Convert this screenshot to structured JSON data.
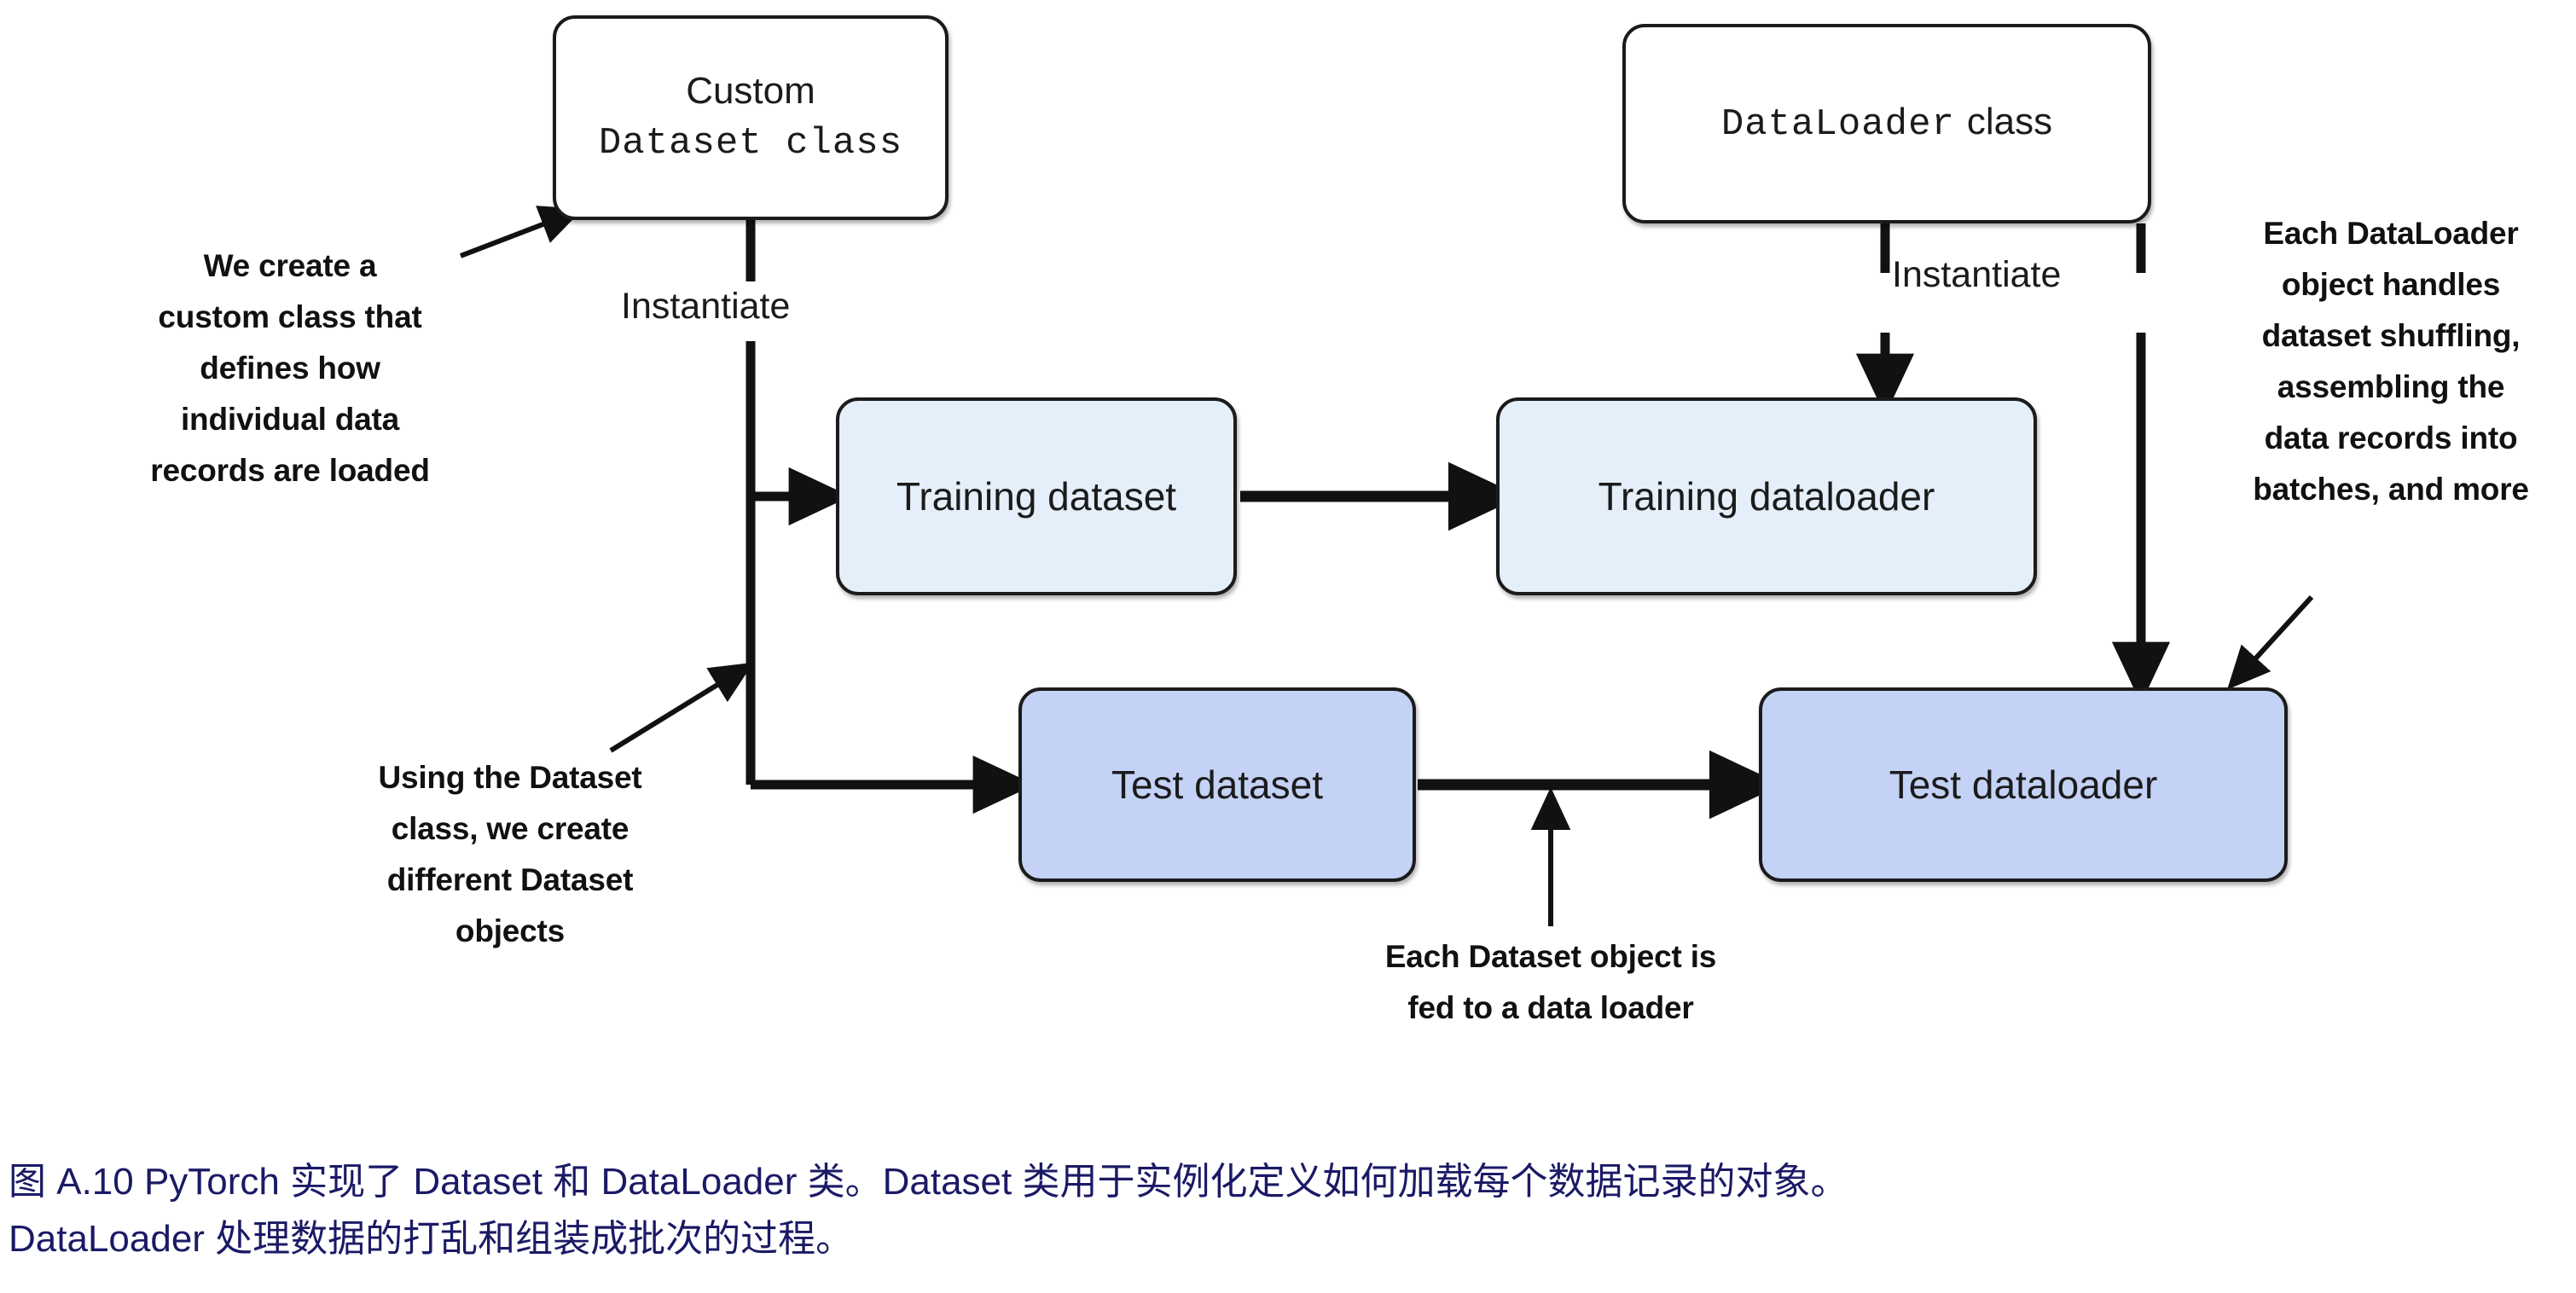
{
  "figure": {
    "nodes": [
      {
        "id": "custom-dataset-class",
        "line1": "Custom",
        "line2": "Dataset class",
        "fill": "#ffffff"
      },
      {
        "id": "dataloader-class",
        "line1": "DataLoader",
        "line2": "class",
        "fill": "#ffffff"
      },
      {
        "id": "training-dataset",
        "label": "Training dataset",
        "fill": "#e4eff9"
      },
      {
        "id": "training-dataloader",
        "label": "Training dataloader",
        "fill": "#e4eff9"
      },
      {
        "id": "test-dataset",
        "label": "Test dataset",
        "fill": "#c4d2f6"
      },
      {
        "id": "test-dataloader",
        "label": "Test dataloader",
        "fill": "#c4d2f6"
      }
    ],
    "edge_labels": {
      "instantiate_left": "Instantiate",
      "instantiate_right": "Instantiate"
    },
    "annotations": {
      "top_left": "We create a\ncustom class that\ndefines how\nindividual data\nrecords are loaded",
      "bottom_left": "Using the Dataset\nclass, we create\ndifferent Dataset\nobjects",
      "bottom_center": "Each Dataset object is\nfed to a data loader",
      "top_right": "Each DataLoader\nobject handles\ndataset shuffling,\nassembling the\ndata records into\nbatches, and more"
    }
  },
  "caption": {
    "text": "图 A.10 PyTorch 实现了 Dataset 和 DataLoader 类。Dataset 类用于实例化定义如何加载每个数据记录的对象。\nDataLoader 处理数据的打乱和组装成批次的过程。",
    "color": "#1b1a66"
  }
}
